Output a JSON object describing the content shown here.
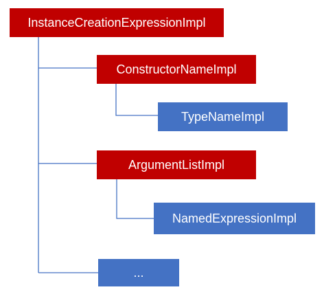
{
  "diagram": {
    "colors": {
      "parent_node": "#c00000",
      "leaf_node": "#4472c4",
      "connector": "#4472c4",
      "node_text": "#ffffff"
    },
    "nodes": {
      "root": "InstanceCreationExpressionImpl",
      "constructor_name": "ConstructorNameImpl",
      "type_name": "TypeNameImpl",
      "argument_list": "ArgumentListImpl",
      "named_expression": "NamedExpressionImpl",
      "more": "..."
    },
    "edges": [
      {
        "from": "root",
        "to": "constructor_name"
      },
      {
        "from": "constructor_name",
        "to": "type_name"
      },
      {
        "from": "root",
        "to": "argument_list"
      },
      {
        "from": "argument_list",
        "to": "named_expression"
      },
      {
        "from": "root",
        "to": "more"
      }
    ]
  }
}
